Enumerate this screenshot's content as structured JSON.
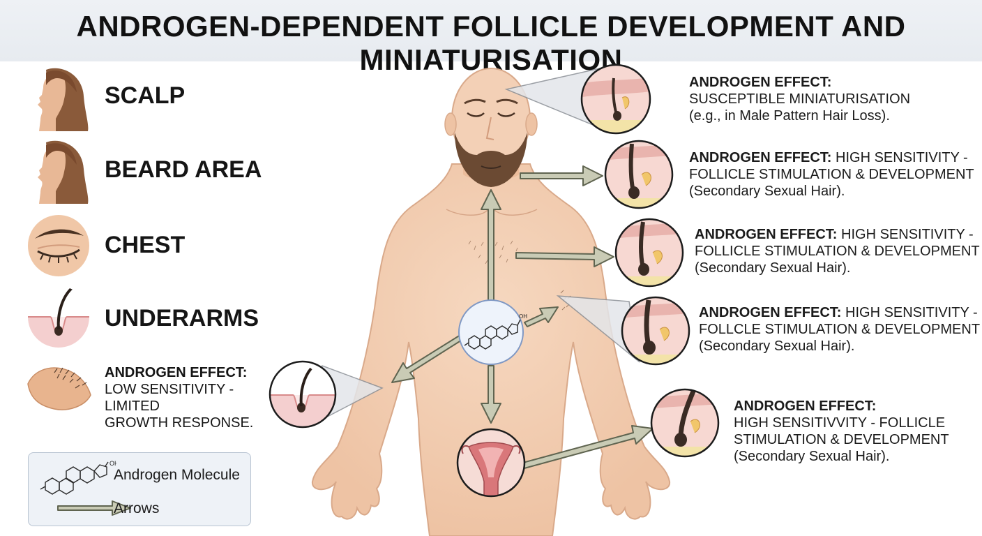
{
  "title": "ANDROGEN-DEPENDENT FOLLICLE DEVELOPMENT AND MINIATURISATION",
  "regions": {
    "scalp": "SCALP",
    "beard": "BEARD AREA",
    "chest": "CHEST",
    "underarms": "UNDERARMS"
  },
  "left_effect": {
    "head": "ANDROGEN EFFECT:",
    "line1": "LOW SENSITIVITY -",
    "line2": "LIMITED",
    "line3": "GROWTH RESPONSE."
  },
  "effects": [
    {
      "head": "ANDROGEN EFFECT:",
      "line1": "SUSCEPTIBLE MINIATURISATION",
      "line2": "(e.g., in Male Pattern Hair Loss)."
    },
    {
      "head": "ANDROGEN EFFECT:",
      "rest": " HIGH SENSITIVITY -",
      "line1": "FOLLICLE STIMULATION & DEVELOPMENT",
      "line2": "(Secondary Sexual Hair)."
    },
    {
      "head": "ANDROGEN EFFECT:",
      "rest": " HIGH SENSITIVITY -",
      "line1": "FOLLICLE STIMULATION & DEVELOPMENT",
      "line2": "(Secondary Sexual Hair)."
    },
    {
      "head": "ANDROGEN EFFECT:",
      "rest": " HIGH SENSITIVITY -",
      "line1": "FOLLCLE STIMULATION & DEVELOPMENT",
      "line2": "(Secondary Sexual Hair)."
    },
    {
      "head": "ANDROGEN EFFECT:",
      "line1": "HIGH SENSITIVVITY - FOLLICLE",
      "line2": "STIMULATION & DEVELOPMENT",
      "line3": "(Secondary Sexual Hair)."
    }
  ],
  "legend": {
    "molecule": "Androgen Molecule",
    "arrows": "Arrows",
    "oh": "OH"
  },
  "molecule_label": "OH",
  "colors": {
    "skin": "#f1cdb2",
    "skin_shadow": "#d9a98a",
    "arrow_fill": "#c9cbb5",
    "arrow_stroke": "#5f6450",
    "follicle_bg": "#f6dada",
    "hair": "#3a2b24",
    "molecule_circle": "#eef3fb",
    "molecule_ring": "#7f98c4"
  },
  "icons": [
    "woman-profile-icon",
    "woman-profile-icon",
    "closed-eye-icon",
    "hair-follicle-icon",
    "hairy-forearm-icon",
    "androgen-molecule-icon",
    "arrow-icon"
  ]
}
